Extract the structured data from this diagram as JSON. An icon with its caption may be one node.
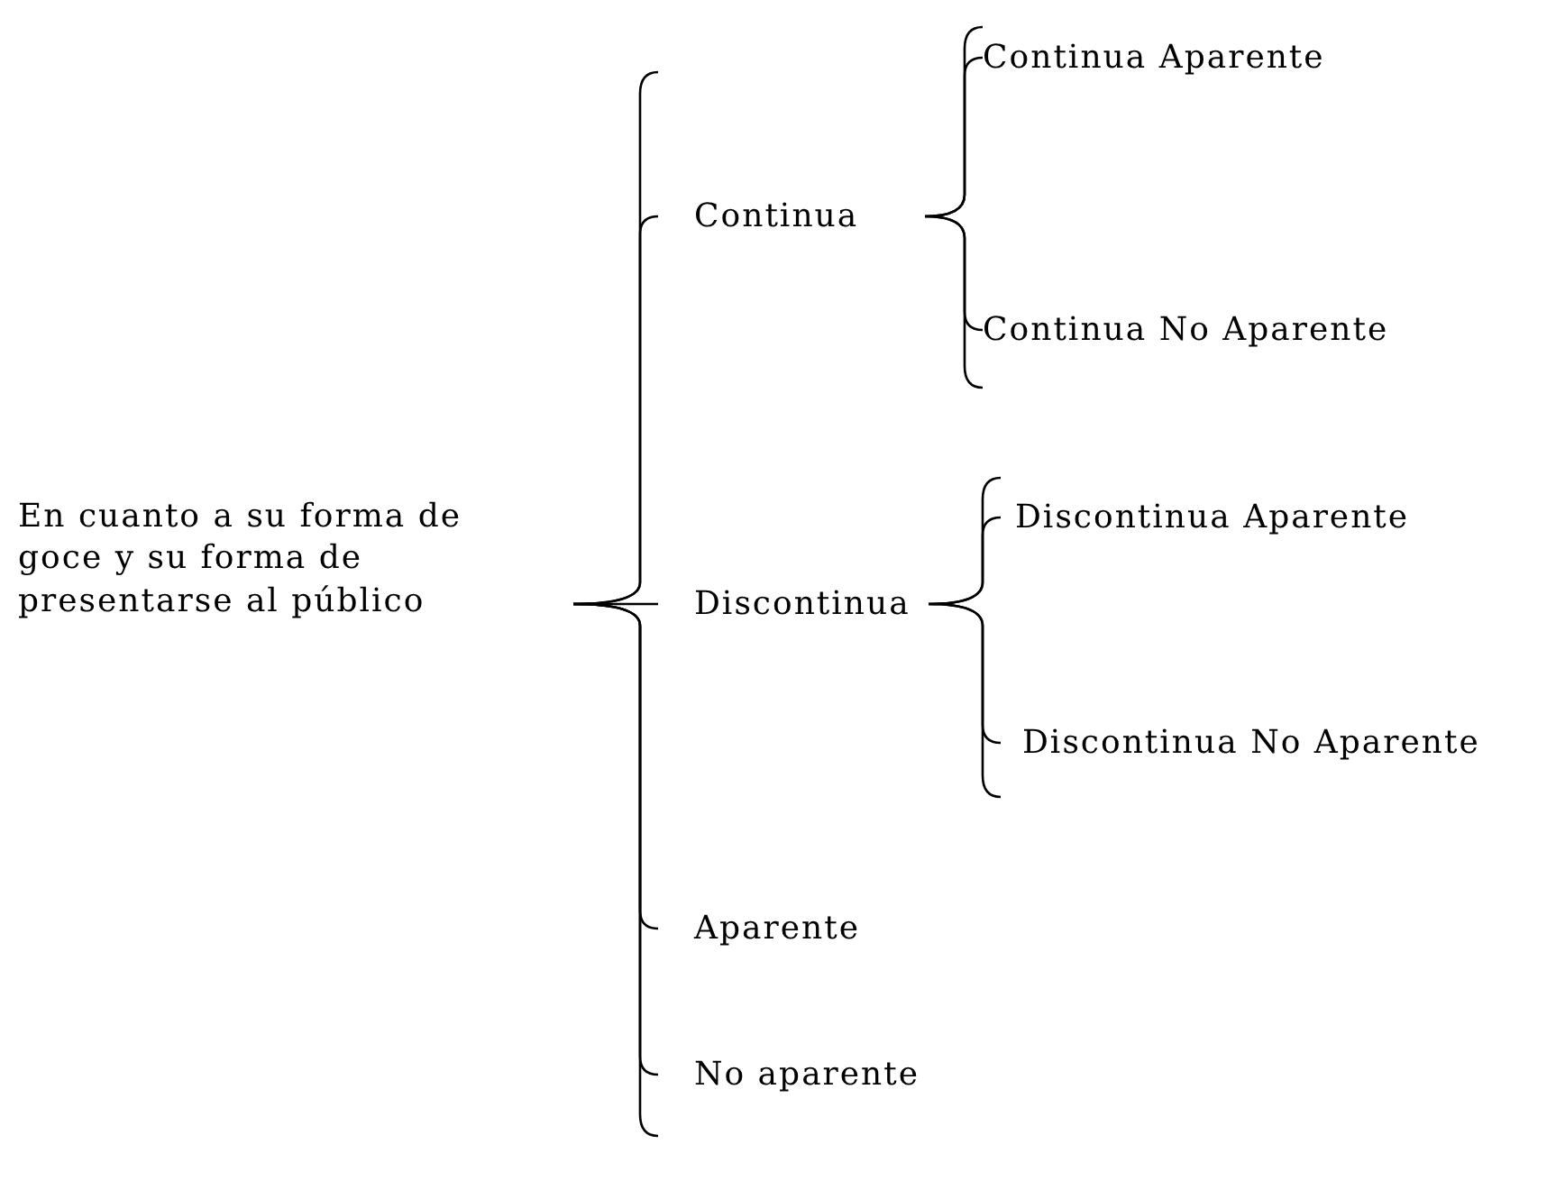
{
  "diagram": {
    "nodes": [
      {
        "text": [
          "En cuanto a su forma de goce y su forma de presentarse al público"
        ]
      },
      {
        "text": [
          "Continua"
        ]
      },
      {
        "text": [
          "Continua Aparente"
        ]
      },
      {
        "text": [
          "Continua No Aparente"
        ]
      },
      {
        "text": [
          "Discontinua"
        ]
      },
      {
        "text": [
          "Discontinua Aparente"
        ]
      },
      {
        "text": [
          "Discontinua No Aparente"
        ]
      },
      {
        "text": [
          "Aparente"
        ]
      },
      {
        "text": [
          "No aparente"
        ]
      }
    ],
    "edges": [
      {
        "from": 0,
        "to": 1,
        "arrow": "none"
      },
      {
        "from": 0,
        "to": 4,
        "arrow": "none"
      },
      {
        "from": 0,
        "to": 7,
        "arrow": "none"
      },
      {
        "from": 0,
        "to": 8,
        "arrow": "none"
      },
      {
        "from": 1,
        "to": 2,
        "arrow": "none"
      },
      {
        "from": 1,
        "to": 3,
        "arrow": "none"
      },
      {
        "from": 4,
        "to": 5,
        "arrow": "none"
      },
      {
        "from": 4,
        "to": 6,
        "arrow": "none"
      }
    ]
  }
}
